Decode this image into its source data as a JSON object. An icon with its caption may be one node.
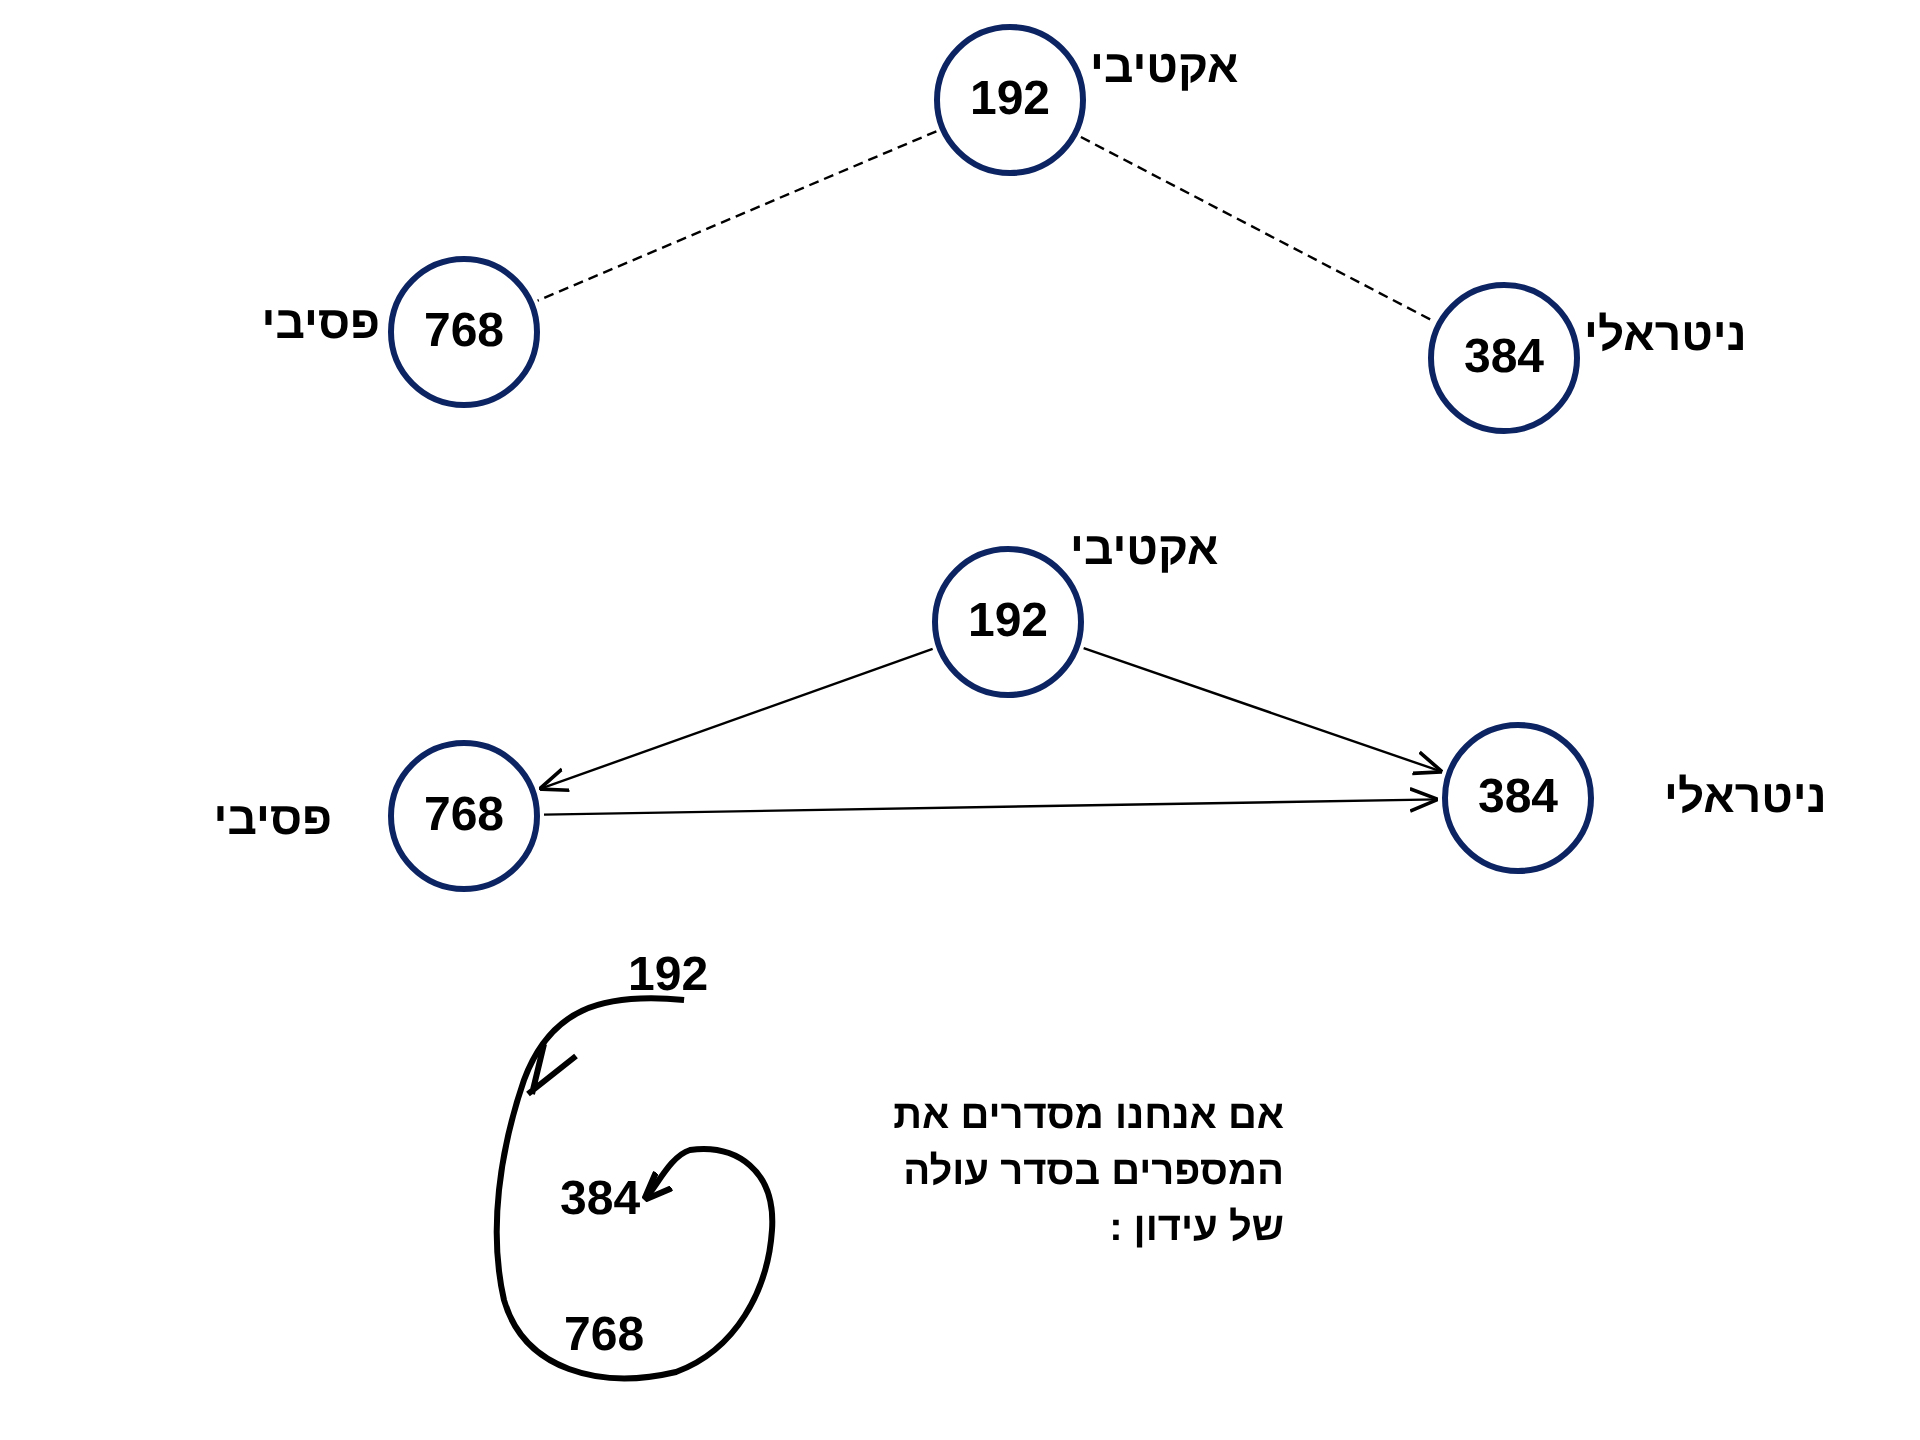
{
  "diagram": {
    "nodes": [
      {
        "text": [
          "192"
        ],
        "beside": [
          "אקטיבי"
        ]
      },
      {
        "text": [
          "768"
        ],
        "beside": [
          "פסיבי"
        ]
      },
      {
        "text": [
          "384"
        ],
        "beside": [
          "ניטראלי"
        ]
      },
      {
        "text": [
          "192"
        ],
        "beside": [
          "אקטיבי"
        ]
      },
      {
        "text": [
          "768"
        ],
        "beside": [
          "פסיבי"
        ]
      },
      {
        "text": [
          "384"
        ],
        "beside": [
          "ניטראלי"
        ]
      },
      {
        "text": [
          "192"
        ]
      },
      {
        "text": [
          "384"
        ]
      }
    ],
    "edges": [
      {
        "from": 0,
        "to": 1,
        "arrow": "none",
        "style": "dashed"
      },
      {
        "from": 0,
        "to": 2,
        "arrow": "none",
        "style": "dashed"
      },
      {
        "from": 3,
        "to": 4,
        "arrow": "to"
      },
      {
        "from": 3,
        "to": 5,
        "arrow": "to"
      },
      {
        "from": 4,
        "to": 5,
        "arrow": "to"
      },
      {
        "from": 6,
        "to": 7,
        "arrow": "to",
        "style": "thick"
      }
    ],
    "labels": [
      "768",
      "אם אנחנו מסדרים את המספרים בסדר עולה של עידון :"
    ]
  }
}
